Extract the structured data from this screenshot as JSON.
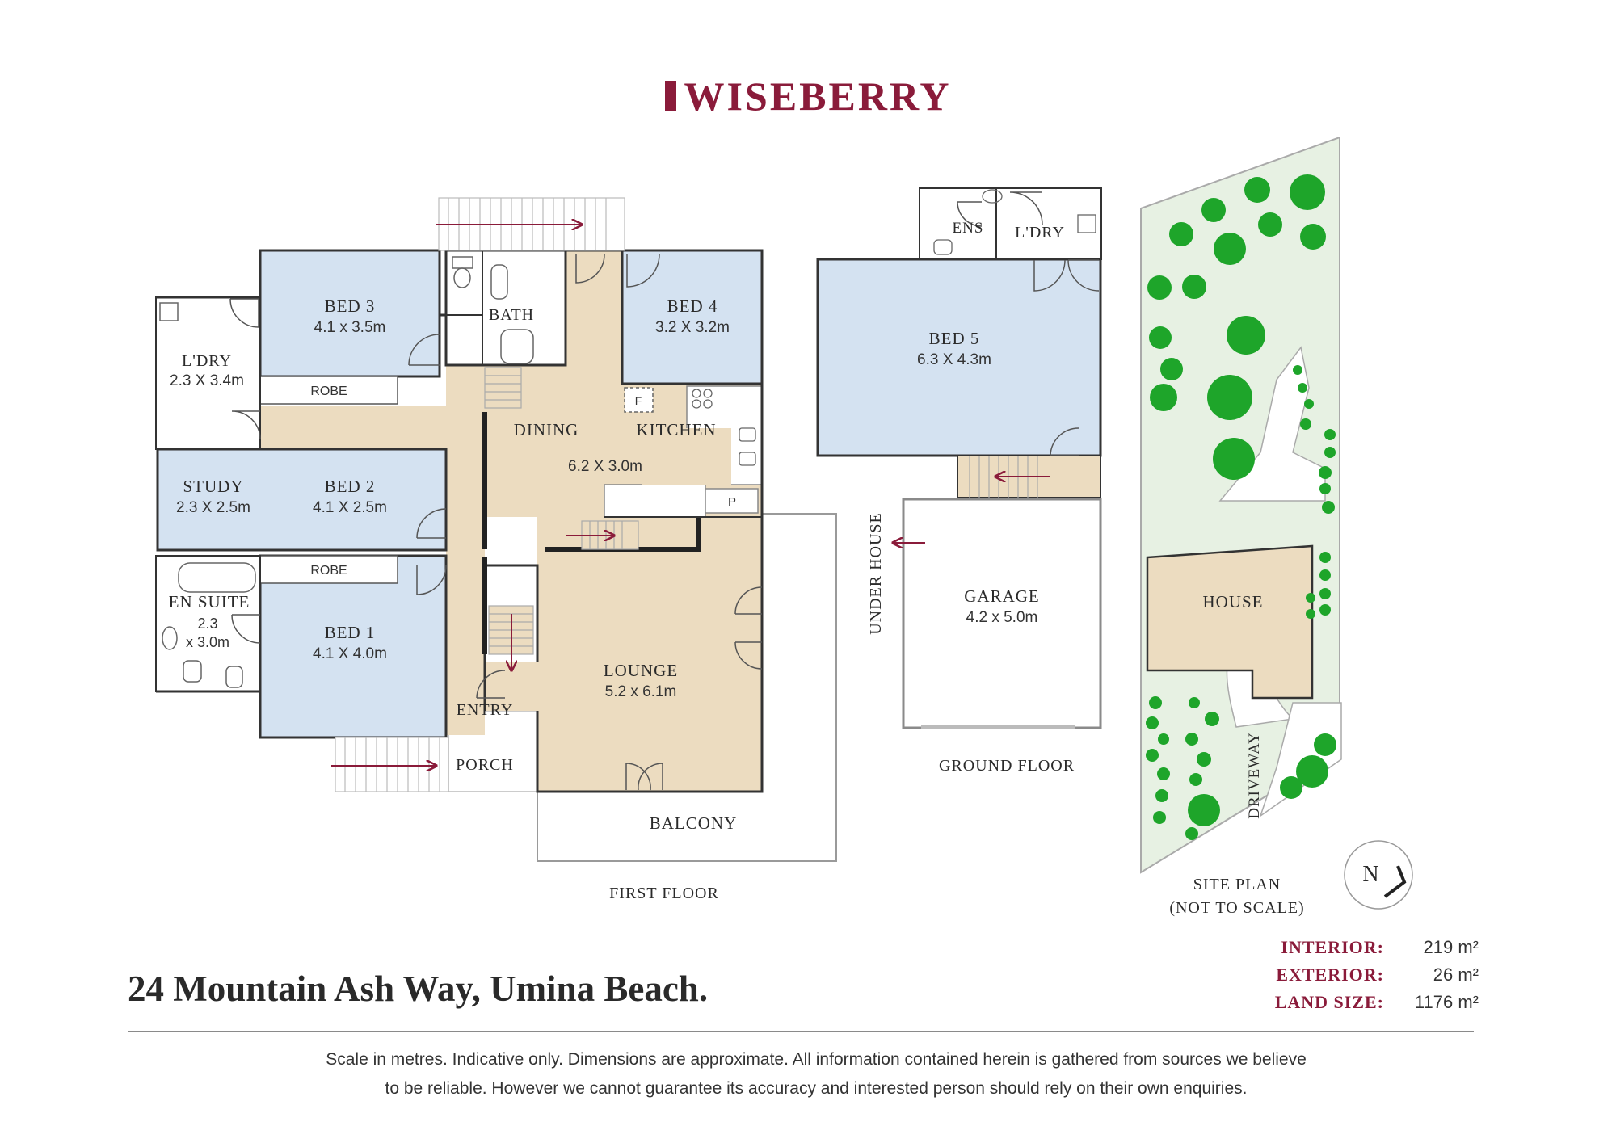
{
  "brand": {
    "name": "WISEBERRY",
    "color": "#8a1b3a"
  },
  "first_floor": {
    "caption": "FIRST FLOOR",
    "rooms": {
      "bed3": {
        "name": "BED 3",
        "size": "4.1 x 3.5m"
      },
      "bed4": {
        "name": "BED 4",
        "size": "3.2 X 3.2m"
      },
      "bath": {
        "name": "BATH"
      },
      "ldry": {
        "name": "L'DRY",
        "size": "2.3 X 3.4m"
      },
      "robe_upper": {
        "name": "ROBE"
      },
      "dining": {
        "name": "DINING"
      },
      "kitchen": {
        "name": "KITCHEN"
      },
      "dining_kitchen_size": "6.2 X 3.0m",
      "fridge": "F",
      "pantry": "P",
      "study": {
        "name": "STUDY",
        "size": "2.3 X 2.5m"
      },
      "bed2": {
        "name": "BED 2",
        "size": "4.1 X 2.5m"
      },
      "robe_lower": {
        "name": "ROBE"
      },
      "ensuite": {
        "name": "EN SUITE",
        "size_line1": "2.3",
        "size_line2": "x 3.0m"
      },
      "bed1": {
        "name": "BED 1",
        "size": "4.1 X 4.0m"
      },
      "entry": {
        "name": "ENTRY"
      },
      "porch": {
        "name": "PORCH"
      },
      "lounge": {
        "name": "LOUNGE",
        "size": "5.2 x 6.1m"
      },
      "balcony": {
        "name": "BALCONY"
      }
    }
  },
  "ground_floor": {
    "caption": "GROUND FLOOR",
    "rooms": {
      "ens": {
        "name": "ENS"
      },
      "ldry": {
        "name": "L'DRY"
      },
      "bed5": {
        "name": "BED 5",
        "size": "6.3 X 4.3m"
      },
      "under_house": {
        "name": "UNDER HOUSE"
      },
      "garage": {
        "name": "GARAGE",
        "size": "4.2 x 5.0m"
      }
    }
  },
  "site_plan": {
    "caption_line1": "SITE PLAN",
    "caption_line2": "(NOT TO SCALE)",
    "house": "HOUSE",
    "driveway": "DRIVEWAY",
    "north": "N"
  },
  "areas": [
    {
      "label": "INTERIOR:",
      "value": "219 m²"
    },
    {
      "label": "EXTERIOR:",
      "value": "26 m²"
    },
    {
      "label": "LAND SIZE:",
      "value": "1176 m²"
    }
  ],
  "address": "24 Mountain Ash Way, Umina Beach.",
  "disclaimer": {
    "line1": "Scale in metres. Indicative only. Dimensions are approximate. All information contained herein is gathered from sources we believe",
    "line2": "to be reliable. However we cannot guarantee its accuracy and interested person should rely on their own enquiries."
  },
  "colors": {
    "bedroom": "#d4e2f1",
    "living": "#ecdcc0",
    "wall": "#333333",
    "accent": "#8a1b3a",
    "lawn": "#e7f1e3",
    "tree": "#1ea52a"
  }
}
